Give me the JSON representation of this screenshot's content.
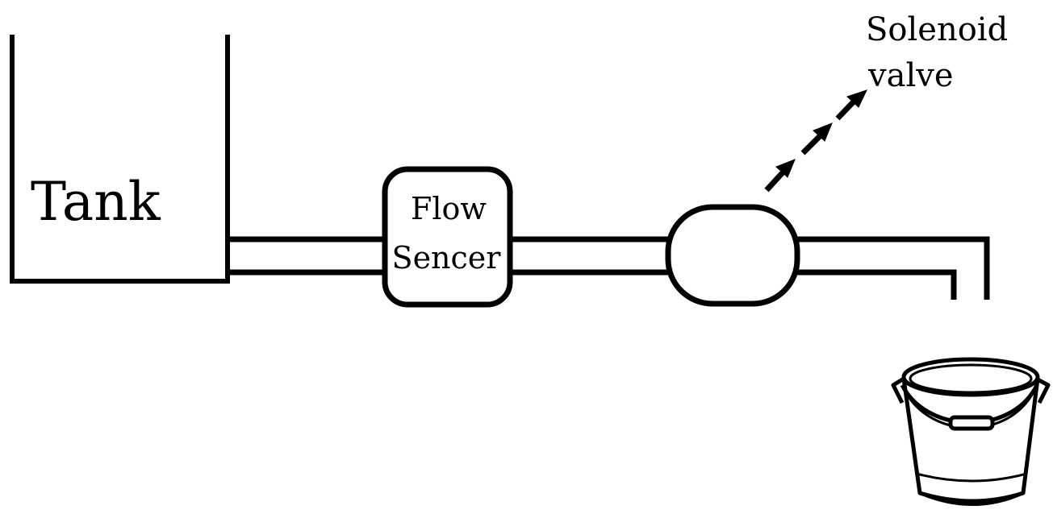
{
  "diagram": {
    "tank_label": "Tank",
    "sensor_label_line1": "Flow",
    "sensor_label_line2": "Sencer",
    "valve_label_line1": "Solenoid",
    "valve_label_line2": "valve"
  },
  "colors": {
    "stroke": "#000000",
    "background": "#ffffff"
  }
}
